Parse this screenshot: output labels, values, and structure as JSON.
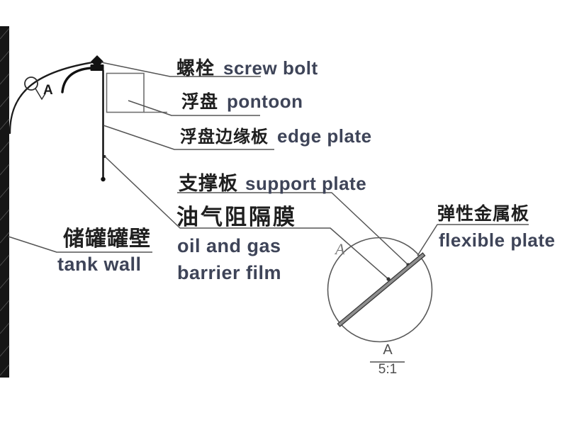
{
  "diagram": {
    "title_context": "floating roof tank rim seal detail drawing",
    "labels": {
      "screw_bolt": {
        "zh": "螺栓",
        "en": "screw bolt"
      },
      "pontoon": {
        "zh": "浮盘",
        "en": "pontoon"
      },
      "edge_plate": {
        "zh": "浮盘边缘板",
        "en": "edge plate"
      },
      "support_plate": {
        "zh": "支撑板",
        "en": "support plate"
      },
      "barrier_film": {
        "zh": "油气阻隔膜",
        "en_line1": "oil and gas",
        "en_line2": "barrier film"
      },
      "tank_wall": {
        "zh": "储罐罐壁",
        "en": "tank wall"
      },
      "flexible_plate": {
        "zh": "弹性金属板",
        "en": "flexible plate"
      }
    },
    "detail": {
      "marker": "A",
      "circle_label": "A",
      "title": "A",
      "scale": "5:1"
    },
    "colors": {
      "background": "#ffffff",
      "drawing_ink": "#1a1a1a",
      "leader_line": "#555555",
      "chinese_text": "#1f1f1f",
      "english_text": "#3e4458"
    }
  }
}
